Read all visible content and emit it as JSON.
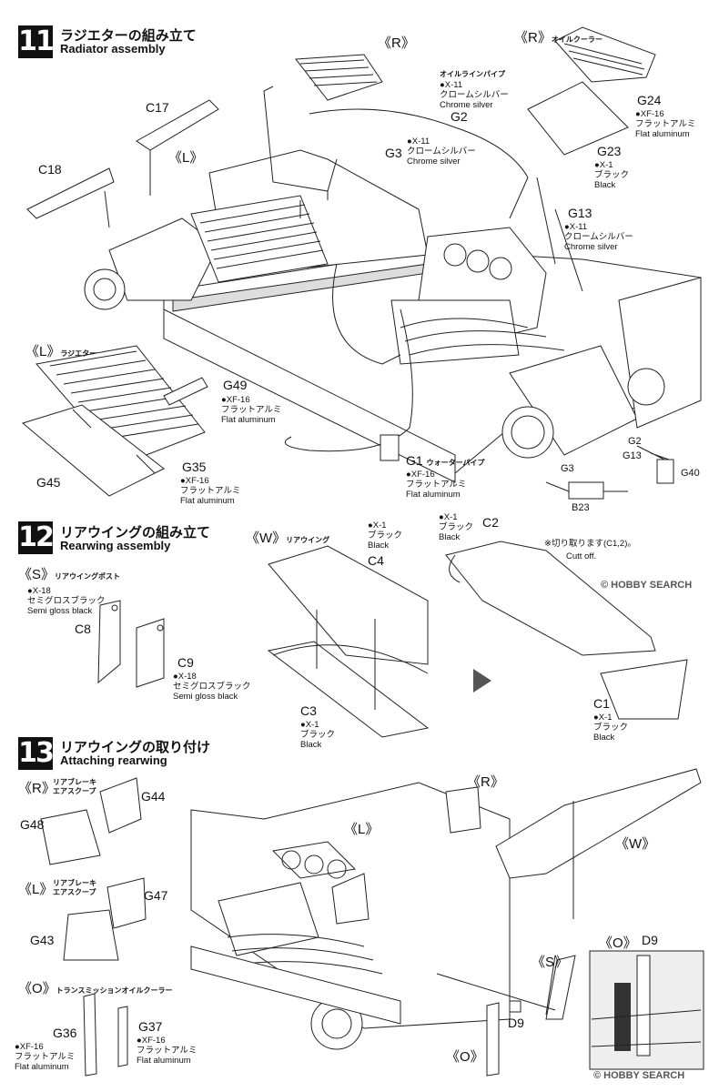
{
  "steps": [
    {
      "num": "11",
      "title_jp": "ラジエターの組み立て",
      "title_en": "Radiator assembly"
    },
    {
      "num": "12",
      "title_jp": "リアウイングの組み立て",
      "title_en": "Rearwing assembly"
    },
    {
      "num": "13",
      "title_jp": "リアウイングの取り付け",
      "title_en": "Attaching rearwing"
    }
  ],
  "s11": {
    "R_top": "《R》",
    "R_oil": "《R》",
    "R_oil_jp": "オイルクーラー",
    "oil_line_jp": "オイルラインパイプ",
    "G2_paint": [
      "●X-11",
      "クロームシルバー",
      "Chrome silver"
    ],
    "G2": "G2",
    "G24": "G24",
    "G24_paint": [
      "●XF-16",
      "フラットアルミ",
      "Flat aluminum"
    ],
    "G23": "G23",
    "G23_paint": [
      "●X-1",
      "ブラック",
      "Black"
    ],
    "C17": "C17",
    "C18": "C18",
    "L_mid": "《L》",
    "G3": "G3",
    "G3_paint": [
      "●X-11",
      "クロームシルバー",
      "Chrome silver"
    ],
    "G13": "G13",
    "G13_paint": [
      "●X-11",
      "クロームシルバー",
      "Chrome silver"
    ],
    "L_rad": "《L》",
    "L_rad_jp": "ラジエター",
    "G49": "G49",
    "G49_paint": [
      "●XF-16",
      "フラットアルミ",
      "Flat aluminum"
    ],
    "G45": "G45",
    "G35": "G35",
    "G35_paint": [
      "●XF-16",
      "フラットアルミ",
      "Flat aluminum"
    ],
    "G1": "G1",
    "G1_jp": "ウォーターパイプ",
    "G1_paint": [
      "●XF-16",
      "フラットアルミ",
      "Flat aluminum"
    ],
    "detail_G2": "G2",
    "detail_G13": "G13",
    "detail_G3": "G3",
    "detail_G40": "G40",
    "detail_B23": "B23"
  },
  "s12": {
    "S": "《S》",
    "S_jp": "リアウイングポスト",
    "C8_paint": [
      "●X-18",
      "セミグロスブラック",
      "Semi gloss black"
    ],
    "C8": "C8",
    "C9": "C9",
    "C9_paint": [
      "●X-18",
      "セミグロスブラック",
      "Semi gloss black"
    ],
    "W": "《W》",
    "W_jp": "リアウイング",
    "C4_paint": [
      "●X-1",
      "ブラック",
      "Black"
    ],
    "C4": "C4",
    "C3": "C3",
    "C3_paint": [
      "●X-1",
      "ブラック",
      "Black"
    ],
    "C2_paint": [
      "●X-1",
      "ブラック",
      "Black"
    ],
    "C2": "C2",
    "cut_jp": "※切り取ります(C1,2)。",
    "cut_en": "Cutt off.",
    "C1": "C1",
    "C1_paint": [
      "●X-1",
      "ブラック",
      "Black"
    ]
  },
  "s13": {
    "R_brake": "《R》",
    "R_brake_jp": [
      "リアブレーキ",
      "エアスクープ"
    ],
    "G44": "G44",
    "G48": "G48",
    "L_brake": "《L》",
    "L_brake_jp": [
      "リアブレーキ",
      "エアスクープ"
    ],
    "G47": "G47",
    "G43": "G43",
    "O": "《O》",
    "O_jp": "トランスミッションオイルクーラー",
    "G36": "G36",
    "G36_paint": [
      "●XF-16",
      "フラットアルミ",
      "Flat aluminum"
    ],
    "G37": "G37",
    "G37_paint": [
      "●XF-16",
      "フラットアルミ",
      "Flat aluminum"
    ],
    "R_main": "《R》",
    "L_main": "《L》",
    "W_main": "《W》",
    "S_main": "《S》",
    "O_inset": "《O》",
    "D9_inset": "D9",
    "D9": "D9",
    "O_bottom": "《O》"
  },
  "watermark": {
    "top": "© HOBBY SEARCH",
    "bottom": "© HOBBY SEARCH"
  }
}
